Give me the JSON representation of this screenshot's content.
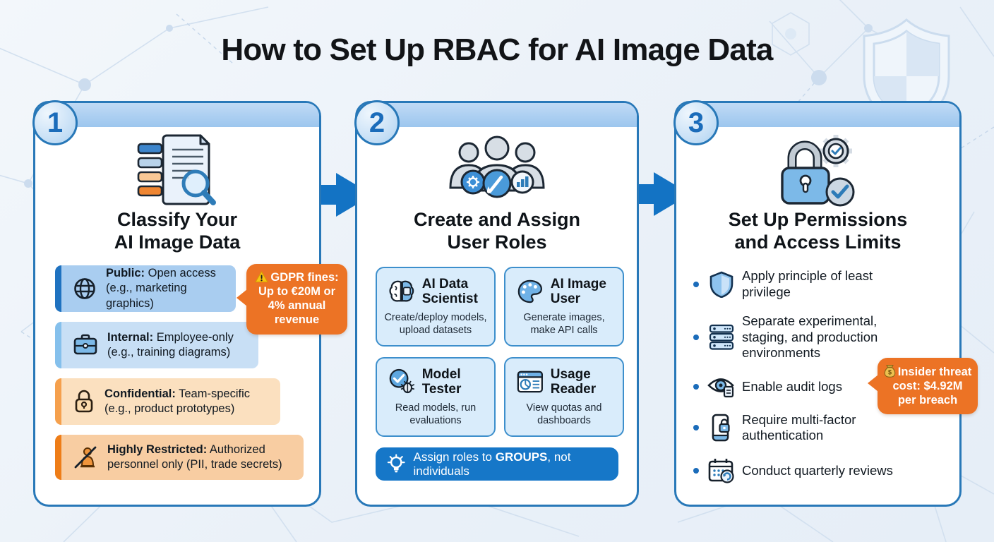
{
  "title": "How to Set Up RBAC for AI Image Data",
  "accent_colors": {
    "blue": "#1677c8",
    "panel_border": "#2878b8",
    "orange": "#ec7325",
    "header_fill": "#a7ccf0"
  },
  "steps": [
    {
      "number": "1",
      "icon": "document-classify-icon",
      "title_line1": "Classify Your",
      "title_line2": "AI Image Data",
      "items": [
        {
          "icon": "globe-icon",
          "label": "Public:",
          "desc": "Open access (e.g., marketing graphics)"
        },
        {
          "icon": "briefcase-icon",
          "label": "Internal:",
          "desc": "Employee-only (e.g., training diagrams)"
        },
        {
          "icon": "lock-icon",
          "label": "Confidential:",
          "desc": "Team-specific (e.g., product prototypes)"
        },
        {
          "icon": "person-slash-icon",
          "label": "Highly Restricted:",
          "desc": "Authorized personnel only (PII, trade secrets)"
        }
      ],
      "callout": {
        "icon": "warning-icon",
        "text": "GDPR fines: Up to €20M or 4% annual revenue"
      }
    },
    {
      "number": "2",
      "icon": "user-group-icon",
      "title_line1": "Create and Assign",
      "title_line2": "User Roles",
      "roles": [
        {
          "icon": "brain-icon",
          "name": "AI Data Scientist",
          "desc": "Create/deploy models, upload datasets"
        },
        {
          "icon": "palette-icon",
          "name": "AI Image User",
          "desc": "Generate images, make API calls"
        },
        {
          "icon": "model-test-icon",
          "name": "Model Tester",
          "desc": "Read models, run evaluations"
        },
        {
          "icon": "dashboard-icon",
          "name": "Usage Reader",
          "desc": "View quotas and dashboards"
        }
      ],
      "tip": {
        "icon": "lightbulb-icon",
        "prefix": "Assign roles to ",
        "bold": "GROUPS",
        "suffix": ", not individuals"
      }
    },
    {
      "number": "3",
      "icon": "lock-gear-icon",
      "title_line1": "Set Up Permissions",
      "title_line2": "and Access Limits",
      "bullets": [
        {
          "icon": "shield-icon",
          "text": "Apply principle of least privilege"
        },
        {
          "icon": "server-icon",
          "text": "Separate experimental, staging, and production environments"
        },
        {
          "icon": "audit-eye-icon",
          "text": "Enable audit logs"
        },
        {
          "icon": "phone-lock-icon",
          "text": "Require multi-factor authentication"
        },
        {
          "icon": "calendar-review-icon",
          "text": "Conduct quarterly reviews"
        }
      ],
      "callout": {
        "icon": "money-bag-icon",
        "text": "Insider threat cost: $4.92M per breach"
      }
    }
  ]
}
